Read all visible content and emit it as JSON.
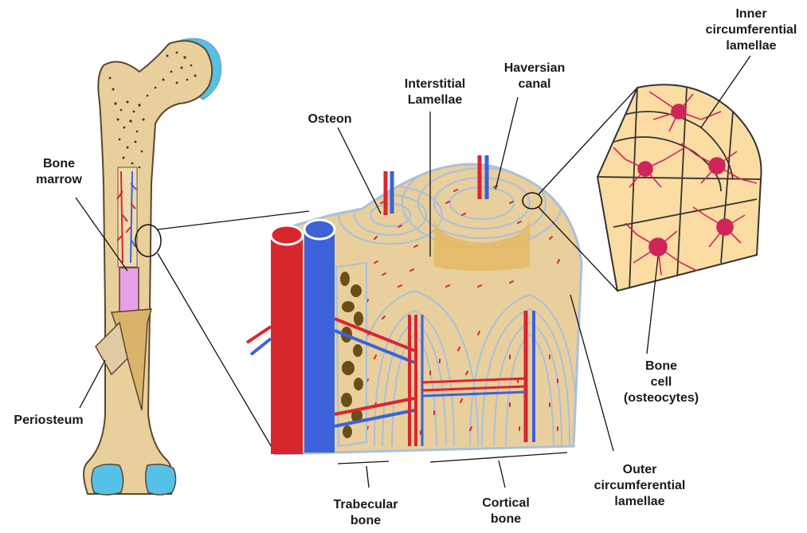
{
  "labels": {
    "bone_marrow": [
      "Bone",
      "marrow"
    ],
    "periosteum": [
      "Periosteum"
    ],
    "osteon": [
      "Osteon"
    ],
    "interstitial": [
      "Interstitial",
      "Lamellae"
    ],
    "haversian": [
      "Haversian",
      "canal"
    ],
    "inner_circ": [
      "Inner",
      "circumferential",
      "lamellae"
    ],
    "bone_cell": [
      "Bone",
      "cell",
      "(osteocytes)"
    ],
    "outer_circ": [
      "Outer",
      "circumferential",
      "lamellae"
    ],
    "trabecular": [
      "Trabecular",
      "bone"
    ],
    "cortical": [
      "Cortical",
      "bone"
    ]
  },
  "colors": {
    "bone": "#e8cf9c",
    "bone_dark": "#d9b36a",
    "cartilage": "#56c1e6",
    "artery": "#d8262f",
    "vein": "#3b62d9",
    "marrow_pink": "#e7a0e8",
    "lamella_line": "#a9c0dc",
    "osteocyte": "#d0245a",
    "trabecular_dark": "#6b4d17"
  }
}
